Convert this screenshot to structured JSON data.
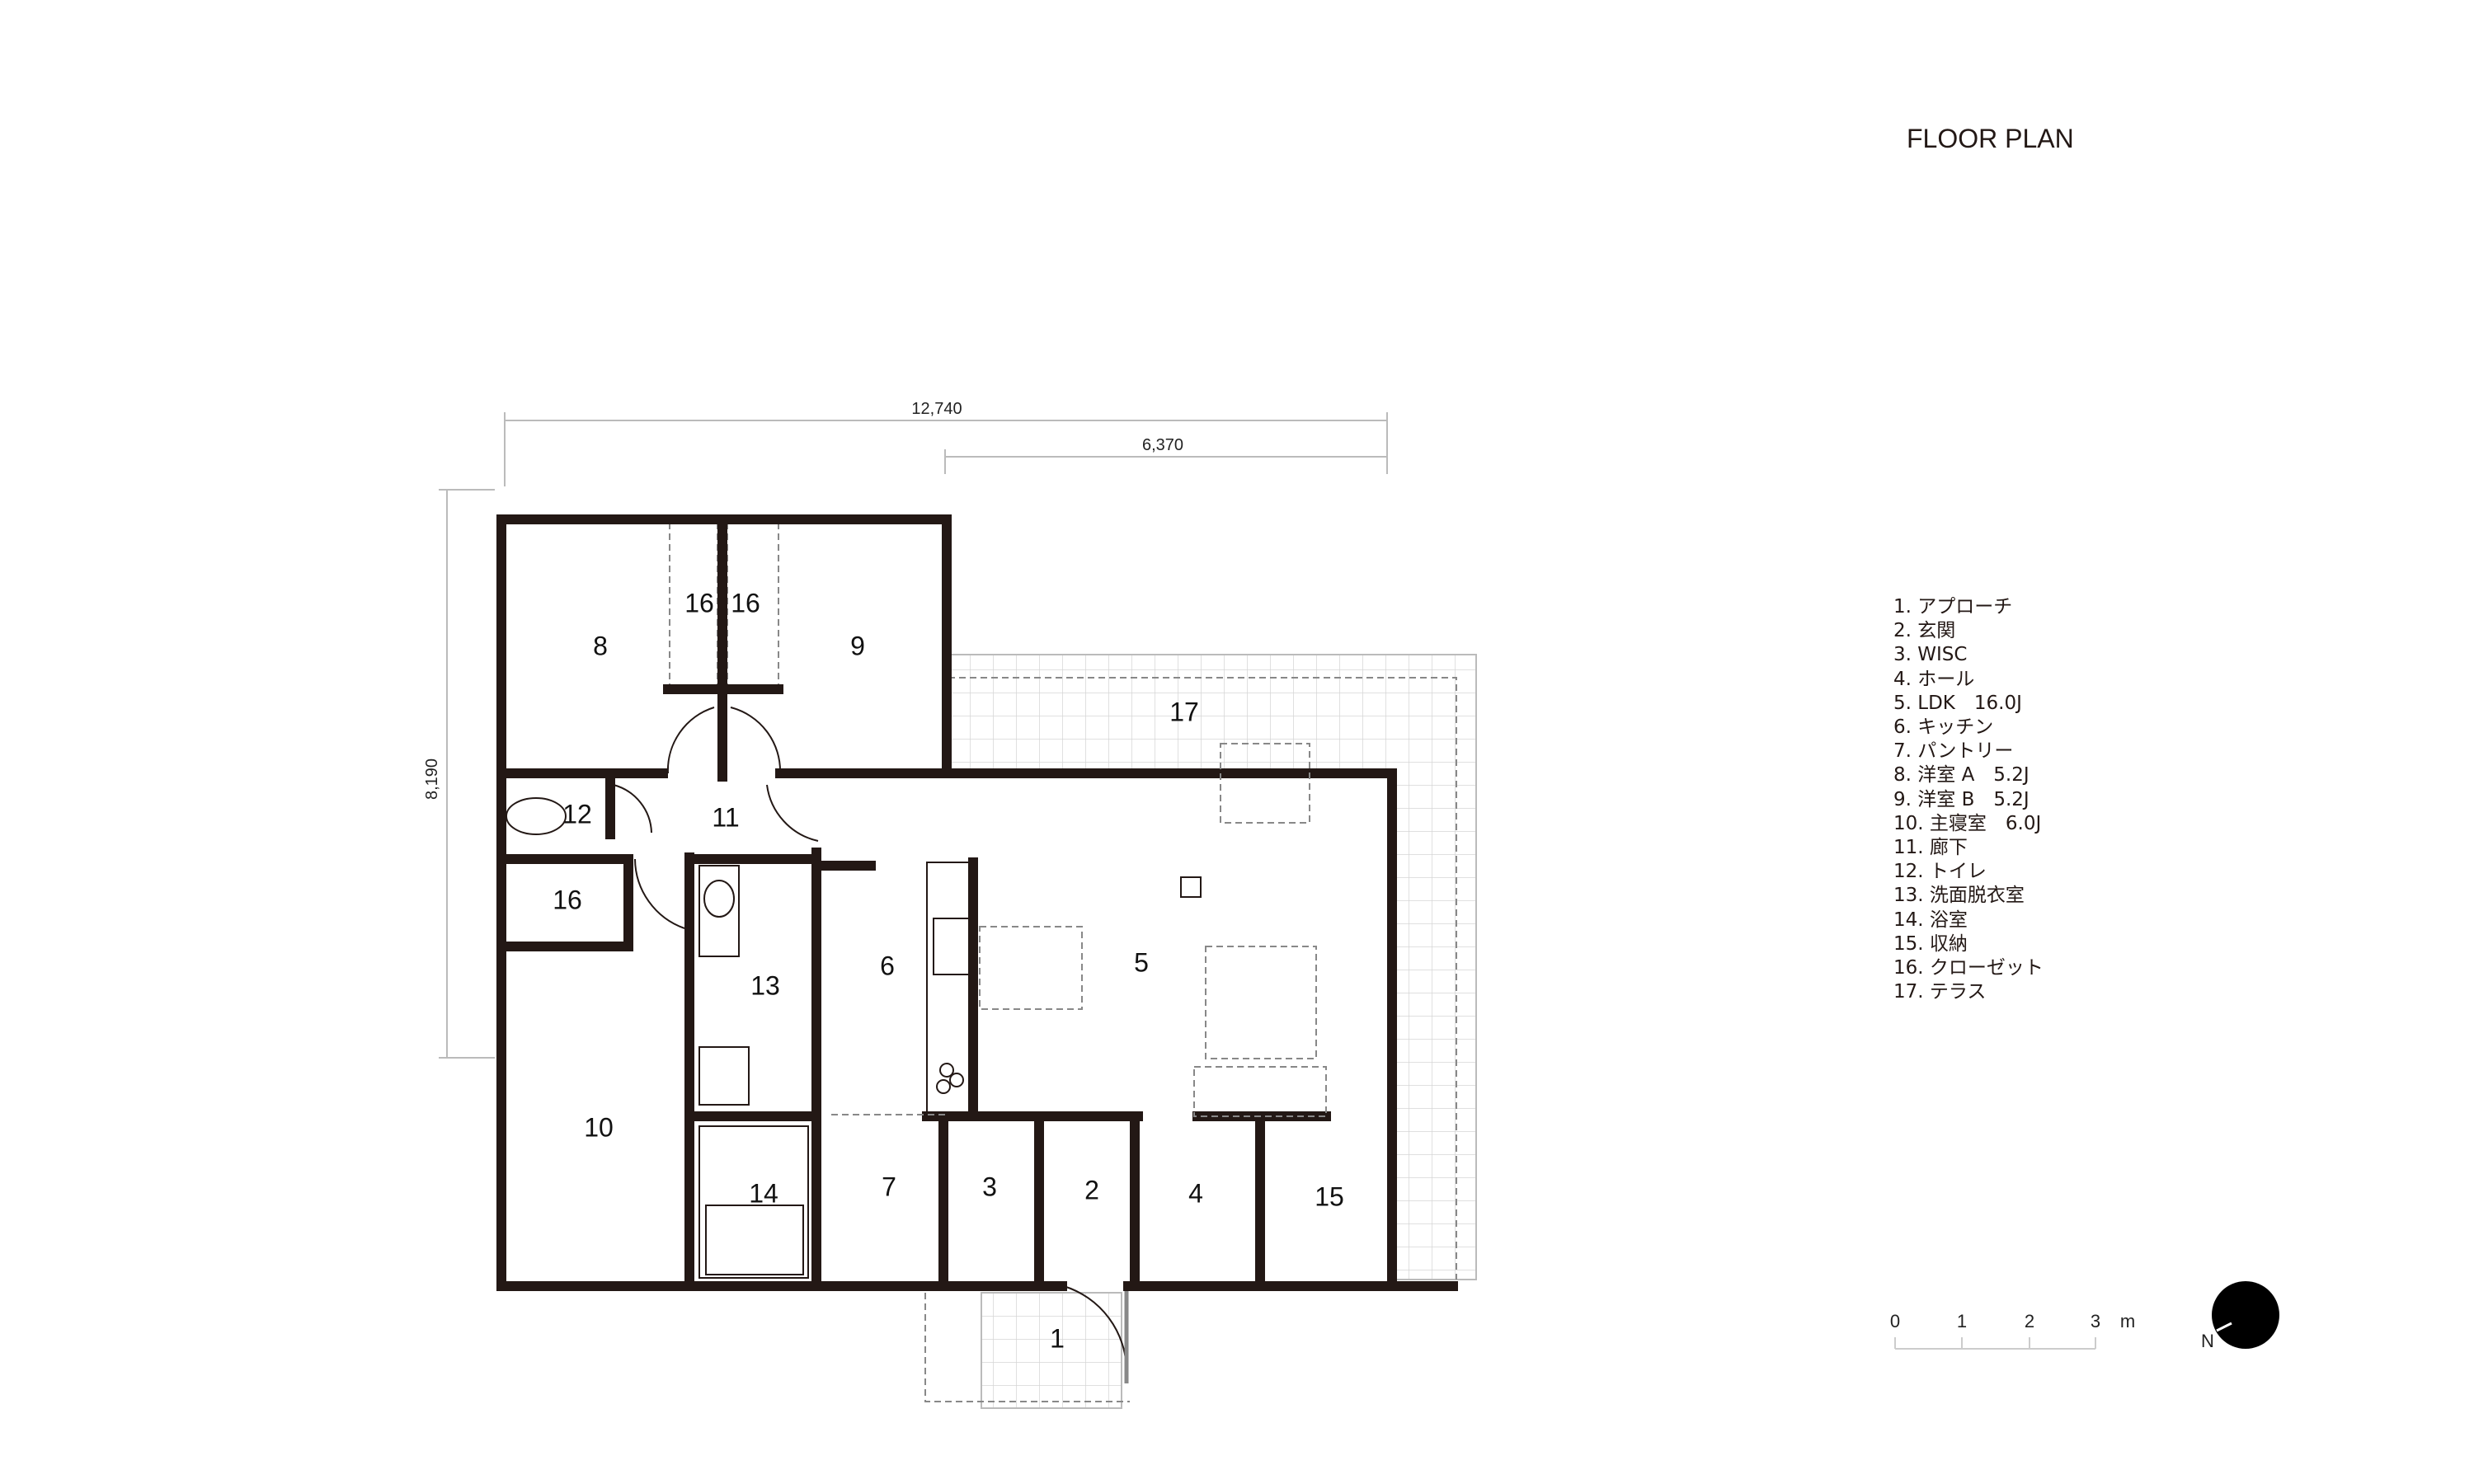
{
  "title": "FLOOR PLAN",
  "dimensions": {
    "total_width": "12,740",
    "half_width": "6,370",
    "depth": "8,190"
  },
  "rooms": {
    "r1": "1",
    "r2": "2",
    "r3": "3",
    "r4": "4",
    "r5": "5",
    "r6": "6",
    "r7": "7",
    "r8": "8",
    "r9": "9",
    "r10": "10",
    "r11": "11",
    "r12": "12",
    "r13": "13",
    "r14": "14",
    "r15": "15",
    "r16a": "16",
    "r16b": "16",
    "r16c": "16",
    "r17": "17"
  },
  "legend": [
    "1. アプローチ",
    "2. 玄関",
    "3. WISC",
    "4. ホール",
    "5. LDK　16.0J",
    "6. キッチン",
    "7. パントリー",
    "8. 洋室 A　5.2J",
    "9. 洋室 B　5.2J",
    "10. 主寝室　6.0J",
    "11. 廊下",
    "12. トイレ",
    "13. 洗面脱衣室",
    "14. 浴室",
    "15. 収納",
    "16. クローゼット",
    "17. テラス"
  ],
  "scale_bar": {
    "ticks": [
      "0",
      "1",
      "2",
      "3"
    ],
    "unit": "m"
  },
  "north": {
    "label": "N"
  },
  "colors": {
    "ink": "#231815",
    "terrace_grid": "#cccccc"
  }
}
